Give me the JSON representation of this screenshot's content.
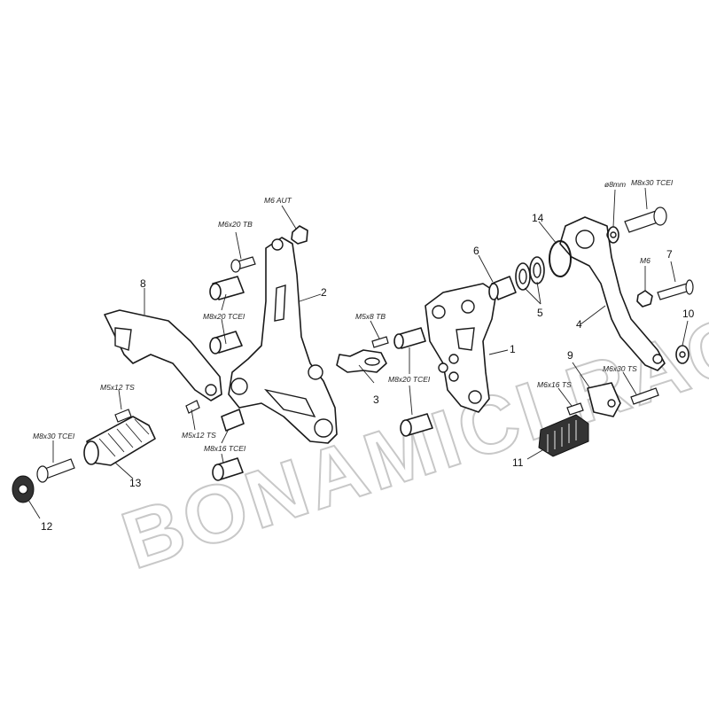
{
  "watermark": "BONAMICI RACING",
  "part_numbers": {
    "p1": "1",
    "p2": "2",
    "p3": "3",
    "p4": "4",
    "p5": "5",
    "p6": "6",
    "p7": "7",
    "p8": "8",
    "p9": "9",
    "p10": "10",
    "p11": "11",
    "p12": "12",
    "p13": "13",
    "p14": "14"
  },
  "fastener_labels": {
    "m6_aut": "M6 AUT",
    "m6x20_tb": "M6x20 TB",
    "m8x20_tcei_left": "M8x20 TCEI",
    "m5x8_tb": "M5x8 TB",
    "m8x20_tcei_center": "M8x20 TCEI",
    "m5x12_ts_a": "M5x12 TS",
    "m5x12_ts_b": "M5x12 TS",
    "m8x30_tcei_left": "M8x30 TCEI",
    "m8x16_tcei": "M8x16 TCEI",
    "phi8mm": "ø8mm",
    "m8x30_tcei_right": "M8x30 TCEI",
    "m6": "M6",
    "m6x30_ts": "M6x30 TS",
    "m6x16_ts": "M6x16 TS"
  }
}
